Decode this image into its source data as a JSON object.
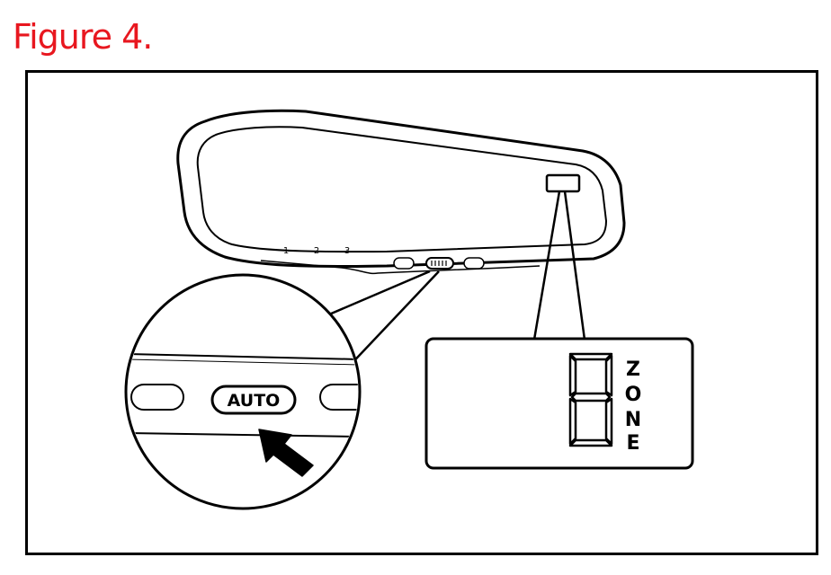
{
  "figure": {
    "title": "Figure 4.",
    "title_color": "#e8171f"
  },
  "mirror": {
    "preset_labels": [
      "1",
      "2",
      "3"
    ]
  },
  "zoom": {
    "button_label": "AUTO"
  },
  "display": {
    "zone_letters": [
      "Z",
      "O",
      "N",
      "E"
    ]
  },
  "colors": {
    "line": "#000000",
    "background": "#ffffff"
  }
}
